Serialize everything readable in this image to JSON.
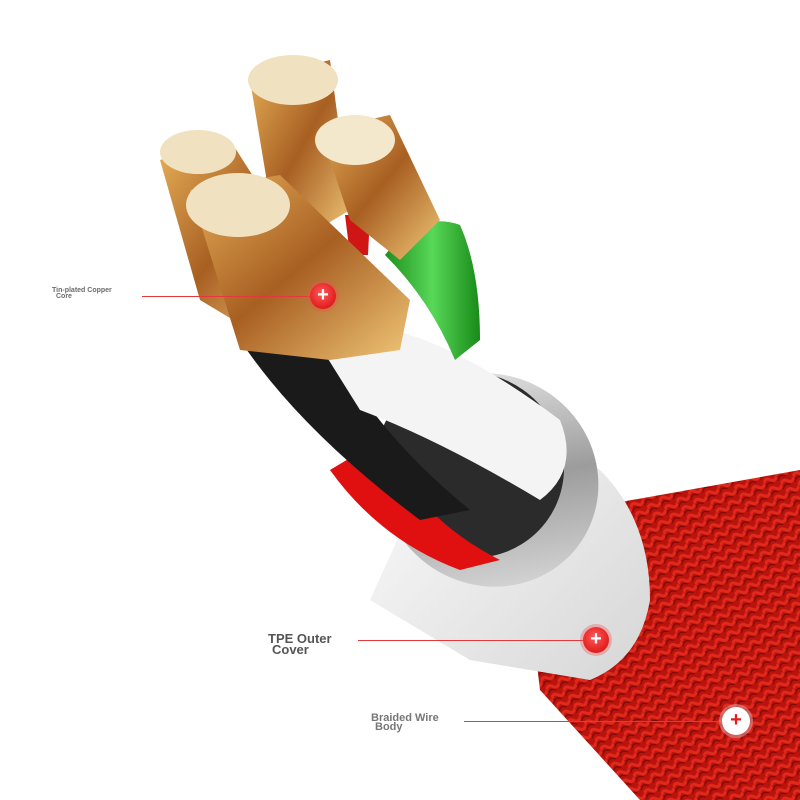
{
  "image": {
    "subject": "Cross-section illustration of a braided charging cable",
    "colors": {
      "background": "#ffffff",
      "braid_red": "#c8170f",
      "copper": "#c98a3c",
      "wire_green": "#2fb52f",
      "wire_red": "#e01010",
      "wire_black": "#1a1a1a",
      "insulation_white": "#f2f2f2",
      "callout_red": "#e11d1d",
      "label_gray": "#6b6b6b"
    }
  },
  "callouts": [
    {
      "line1": "Tin-plated Copper",
      "line2": "Core",
      "icon": "plus-icon"
    },
    {
      "line1": "TPE Outer",
      "line2": "Cover",
      "icon": "plus-icon"
    },
    {
      "line1": "Braided Wire",
      "line2": "Body",
      "icon": "plus-icon"
    }
  ],
  "icons": {
    "plus": "+"
  }
}
